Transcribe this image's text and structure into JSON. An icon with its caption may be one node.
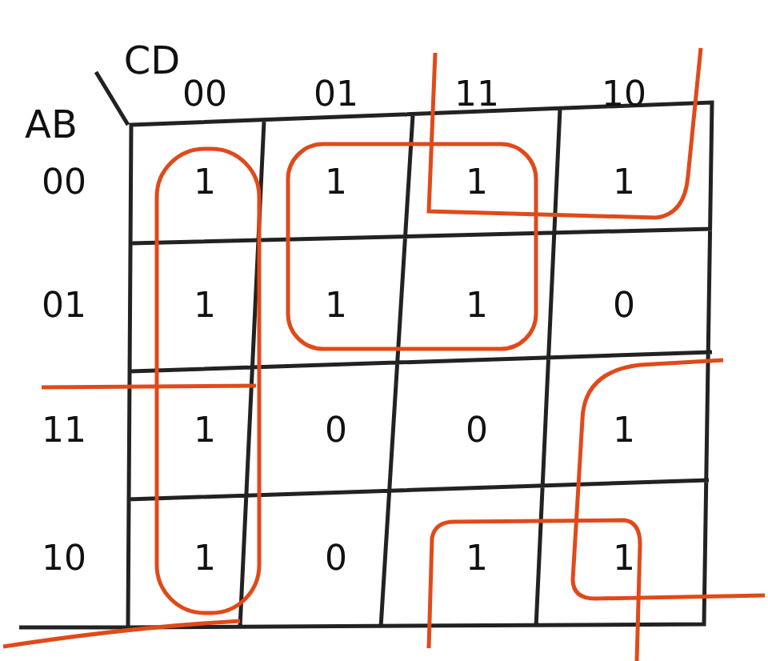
{
  "diagram": {
    "labels": [
      "CD",
      "AB",
      "00",
      "01",
      "11",
      "10",
      "00",
      "1",
      "1",
      "1",
      "1",
      "01",
      "1",
      "1",
      "1",
      "0",
      "11",
      "1",
      "0",
      "0",
      "1",
      "10",
      "1",
      "0",
      "1",
      "1"
    ]
  }
}
